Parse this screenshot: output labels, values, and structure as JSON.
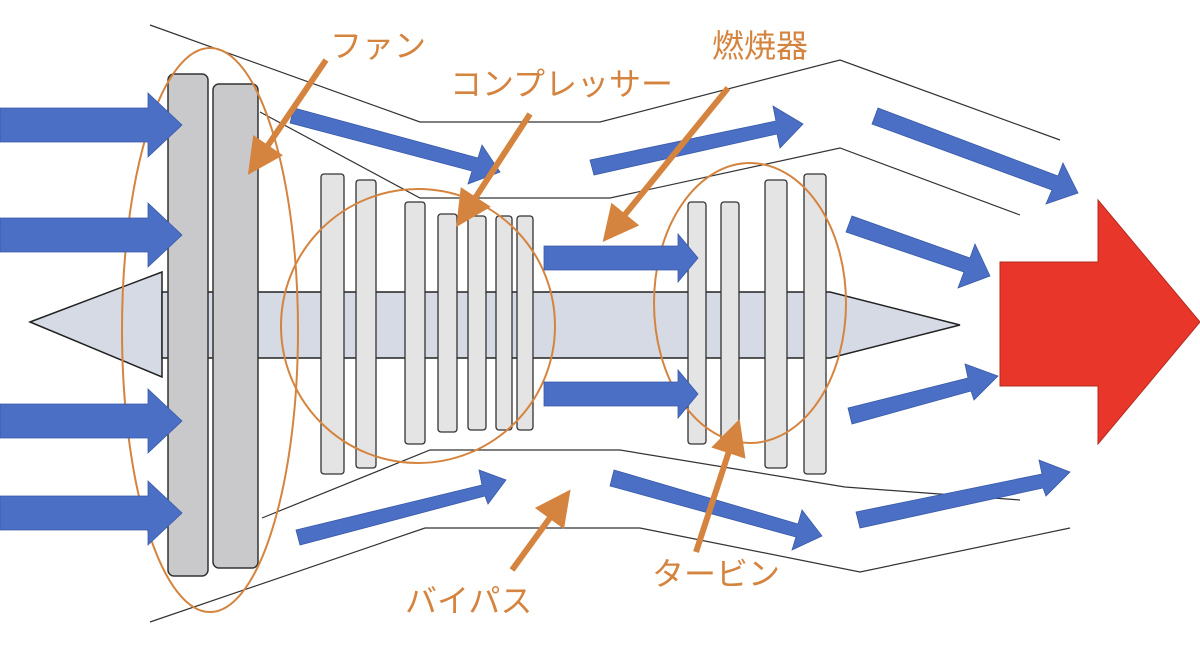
{
  "labels": {
    "fan": "ファン",
    "compressor": "コンプレッサー",
    "combustor": "燃焼器",
    "turbine": "タービン",
    "bypass": "バイパス"
  },
  "colors": {
    "flow_arrow": "#4a6fc4",
    "exhaust_arrow": "#e8372a",
    "callout": "#d5843f",
    "blade_fill": "#e4e4e4",
    "fan_blade_fill": "#c9c9cb",
    "shaft_fill": "#d5dae4",
    "outline": "#444444"
  }
}
